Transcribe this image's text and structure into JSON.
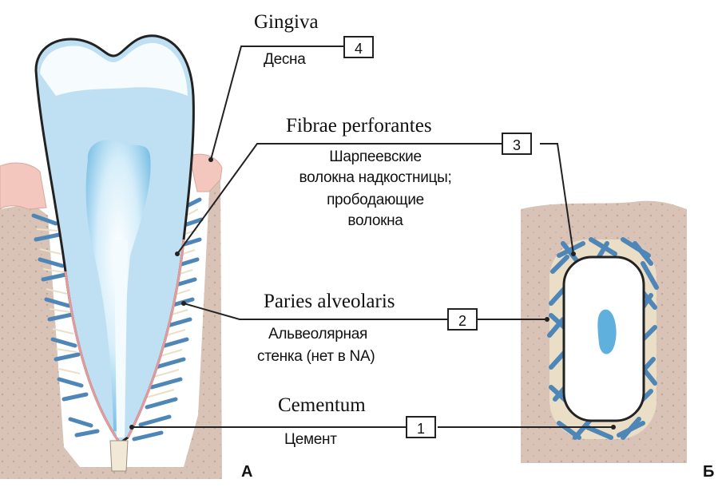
{
  "labels": {
    "gingiva": {
      "number": "4",
      "latin": "Gingiva",
      "russian": "Десна"
    },
    "fibrae": {
      "number": "3",
      "latin": "Fibrae perforantes",
      "russian_lines": [
        "Шарпеевские",
        "волокна надкостницы;",
        "прободающие",
        "волокна"
      ]
    },
    "paries": {
      "number": "2",
      "latin": "Paries alveolaris",
      "russian_lines": [
        "Альвеолярная",
        "стенка (нет в NA)"
      ]
    },
    "cementum": {
      "number": "1",
      "latin": "Cementum",
      "russian": "Цемент"
    }
  },
  "panels": {
    "a": "А",
    "b": "Б"
  },
  "colors": {
    "bone": "#d8c3b6",
    "bone_dots": "#bfa898",
    "enamel_pulp_blue": "#bfe0f2",
    "pulp_deep": "#5fb0dd",
    "fiber_blue": "#4f86b8",
    "gum": "#f3c7bd",
    "outline": "#222222"
  }
}
